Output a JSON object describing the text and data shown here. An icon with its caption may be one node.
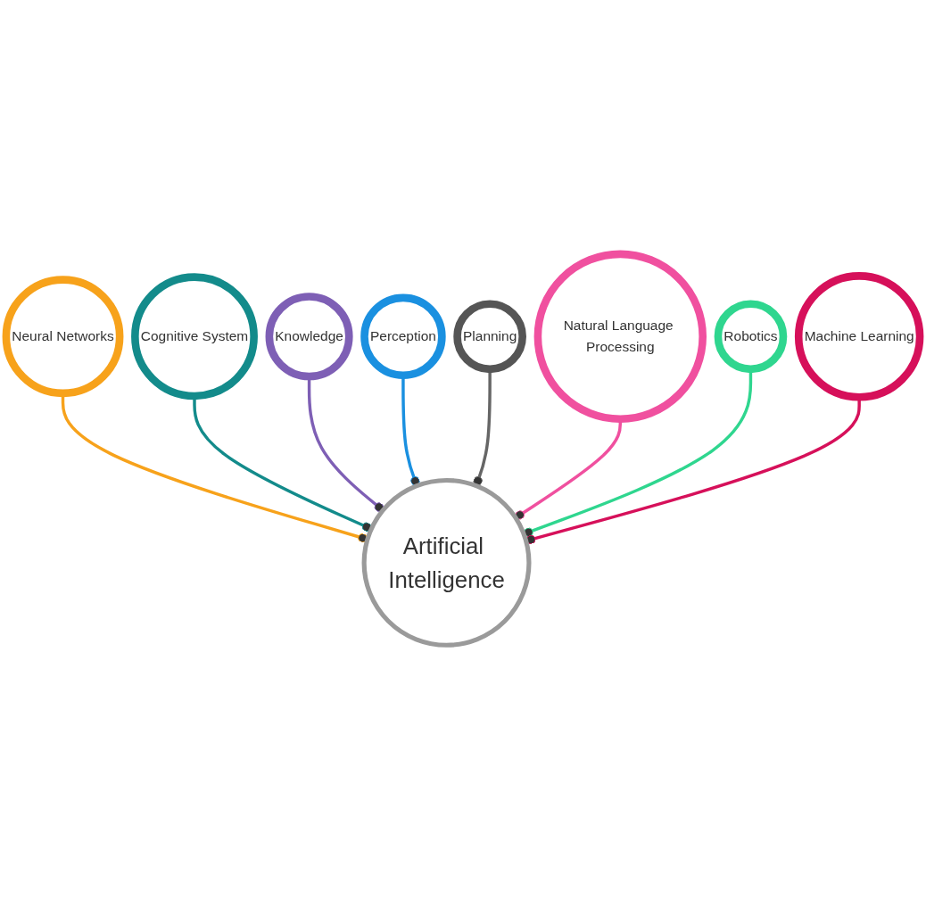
{
  "diagram": {
    "nodes": [
      {
        "text": [
          "Artificial Intelligence"
        ]
      },
      {
        "text": [
          "Neural Networks"
        ]
      },
      {
        "text": [
          "Cognitive System"
        ]
      },
      {
        "text": [
          "Knowledge"
        ]
      },
      {
        "text": [
          "Perception"
        ]
      },
      {
        "text": [
          "Planning"
        ]
      },
      {
        "text": [
          "Natural Language Processing"
        ]
      },
      {
        "text": [
          "Robotics"
        ]
      },
      {
        "text": [
          "Machine Learning"
        ]
      }
    ],
    "edges": [
      {
        "from": 0,
        "to": 1,
        "arrow": "other",
        "color": "#f7a21b"
      },
      {
        "from": 0,
        "to": 2,
        "arrow": "other",
        "color": "#138b8b"
      },
      {
        "from": 0,
        "to": 3,
        "arrow": "other",
        "color": "#7e5fb5"
      },
      {
        "from": 0,
        "to": 4,
        "arrow": "other",
        "color": "#1a90e0"
      },
      {
        "from": 0,
        "to": 5,
        "arrow": "other",
        "color": "#666666"
      },
      {
        "from": 0,
        "to": 6,
        "arrow": "other",
        "color": "#f0509f"
      },
      {
        "from": 0,
        "to": 7,
        "arrow": "other",
        "color": "#2fd68f"
      },
      {
        "from": 0,
        "to": 8,
        "arrow": "other",
        "color": "#d6105a"
      }
    ]
  }
}
